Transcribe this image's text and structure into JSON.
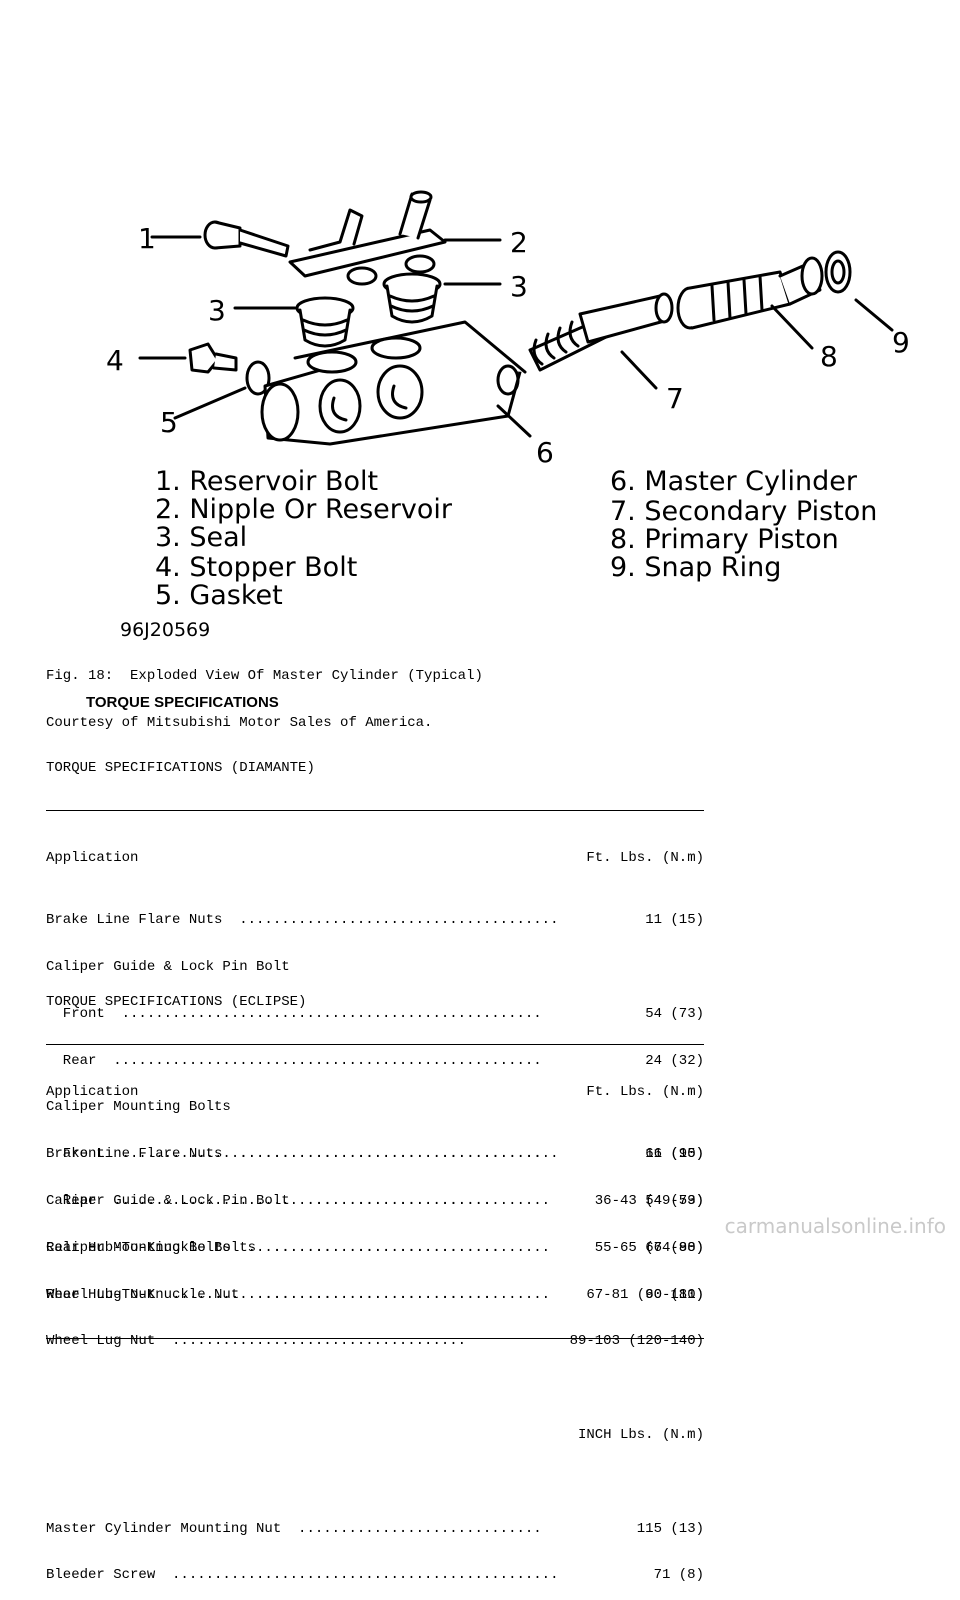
{
  "figure": {
    "id_label": "96J20569",
    "callouts": [
      "1",
      "2",
      "3",
      "3",
      "4",
      "5",
      "6",
      "7",
      "8",
      "9"
    ],
    "legend_left": [
      "1. Reservoir Bolt",
      "2. Nipple Or Reservoir",
      "3. Seal",
      "4. Stopper Bolt",
      "5. Gasket"
    ],
    "legend_right": [
      "6. Master Cylinder",
      "7. Secondary Piston",
      "8. Primary Piston",
      "9. Snap Ring"
    ],
    "caption_line1": "Fig. 18:  Exploded View Of Master Cylinder (Typical)",
    "caption_line2": "Courtesy of Mitsubishi Motor Sales of America."
  },
  "section_heading": "TORQUE SPECIFICATIONS",
  "tables": [
    {
      "title": "TORQUE SPECIFICATIONS (DIAMANTE)",
      "header_label": "Application",
      "header_unit": "Ft. Lbs. (N.m)",
      "rows": [
        {
          "label": "Brake Line Flare Nuts  ......................................",
          "value": "11 (15)"
        },
        {
          "label": "Caliper Guide & Lock Pin Bolt",
          "value": ""
        },
        {
          "label": "  Front  ..................................................",
          "value": "54 (73)"
        },
        {
          "label": "  Rear  ...................................................",
          "value": "24 (32)"
        },
        {
          "label": "Caliper Mounting Bolts",
          "value": ""
        },
        {
          "label": "  Front  ..................................................",
          "value": "66 (90)"
        },
        {
          "label": "  Rear  .............................................",
          "value": "36-43 (49-59)"
        },
        {
          "label": "Rear Hub-To-Knuckle Bolts  ...........................",
          "value": "55-65 (74-88)"
        },
        {
          "label": "Wheel Lug Nut  ......................................",
          "value": "67-81 (90-110)"
        }
      ]
    },
    {
      "title": "TORQUE SPECIFICATIONS (ECLIPSE)",
      "header_label": "Application",
      "header_unit": "Ft. Lbs. (N.m)",
      "rows": [
        {
          "label": "Brake Line Flare Nuts  ......................................",
          "value": "11 (15)"
        },
        {
          "label": "Caliper Guide & Lock Pin Bolt  .............................",
          "value": "54 (73)"
        },
        {
          "label": "Caliper Mounting Bolts  ....................................",
          "value": "66 (90)"
        },
        {
          "label": "Rear Hub-To-Knuckle Nut  ...................................",
          "value": "60 (81)"
        },
        {
          "label": "Wheel Lug Nut  ...................................",
          "value": "89-103 (120-140)"
        }
      ],
      "sub_header_unit": "INCH Lbs. (N.m)",
      "sub_rows": [
        {
          "label": "Master Cylinder Mounting Nut  .............................",
          "value": "115 (13)"
        },
        {
          "label": "Bleeder Screw  ..............................................",
          "value": "71 (8)"
        }
      ]
    }
  ],
  "watermark": "carmanualsonline.info"
}
